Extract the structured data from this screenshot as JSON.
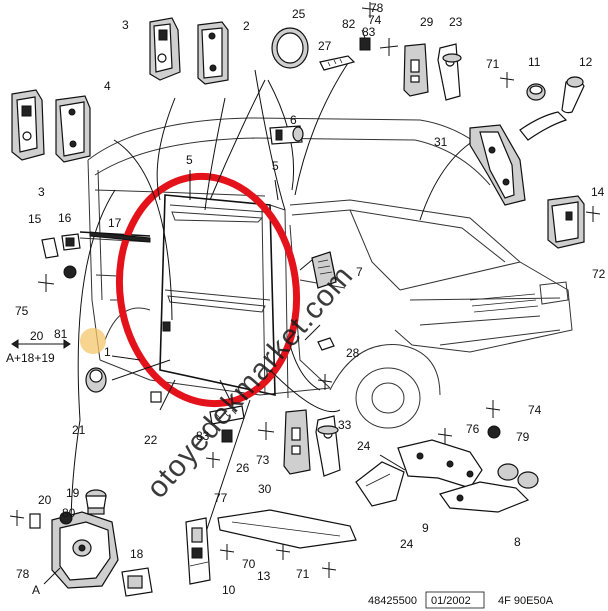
{
  "diagram": {
    "callouts": [
      "1",
      "2",
      "3",
      "3",
      "4",
      "5",
      "5",
      "6",
      "7",
      "8",
      "9",
      "10",
      "11",
      "12",
      "13",
      "14",
      "15",
      "16",
      "17",
      "18",
      "19",
      "20",
      "21",
      "22",
      "23",
      "24",
      "24",
      "25",
      "26",
      "27",
      "28",
      "29",
      "30",
      "31",
      "33",
      "70",
      "71",
      "71",
      "72",
      "73",
      "74",
      "74",
      "75",
      "76",
      "77",
      "78",
      "78",
      "79",
      "80",
      "81",
      "82",
      "83",
      "83"
    ],
    "group_labels": {
      "ref_20": "20",
      "ref_formula": "A+18+19",
      "ref_a": "A"
    },
    "watermark": "otoyedekmarket.com",
    "footer": {
      "doc_number": "48425500",
      "date": "01/2002",
      "ref_code": "4F 90E50A"
    },
    "colors": {
      "highlight_ring": "#e4121b",
      "pointer_dot": "#f4c66a",
      "ink": "#111111"
    }
  }
}
